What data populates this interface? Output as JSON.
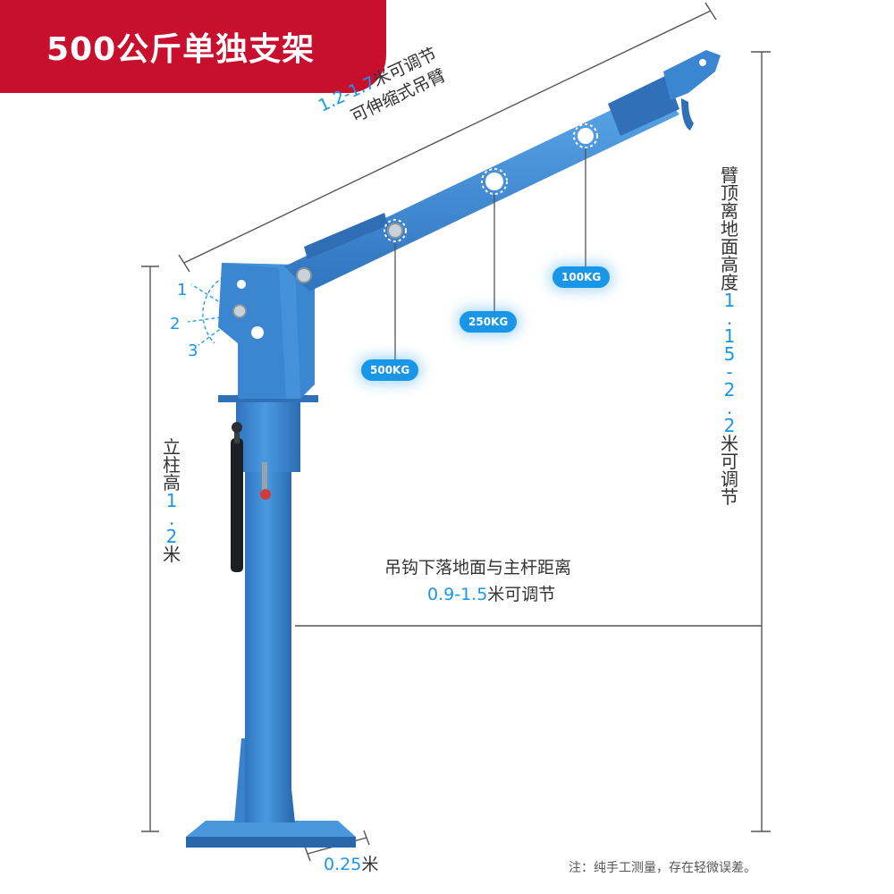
{
  "banner": {
    "title": "500公斤单独支架",
    "color": "#c8102e"
  },
  "arm_length": {
    "value": "1.2-1.7",
    "unit_text": "米可调节",
    "desc": "可伸缩式吊臂"
  },
  "arm_height": {
    "prefix": "臂顶离地面高度",
    "value": "1.15-2.2",
    "suffix": "米可调节"
  },
  "column_height": {
    "prefix": "立柱高",
    "value": "1.2",
    "suffix": "米"
  },
  "reach": {
    "line1": "吊钩下落地面与主杆距离",
    "value": "0.9-1.5",
    "suffix": "米可调节"
  },
  "base_width": {
    "value": "0.25",
    "unit": "米"
  },
  "load_points": [
    {
      "label": "500KG"
    },
    {
      "label": "250KG"
    },
    {
      "label": "100KG"
    }
  ],
  "angle_positions": [
    "1",
    "2",
    "3"
  ],
  "note": "注：纯手工测量，存在轻微误差。",
  "colors": {
    "crane_blue": "#3f8fd6",
    "accent_blue": "#1a96e8"
  }
}
